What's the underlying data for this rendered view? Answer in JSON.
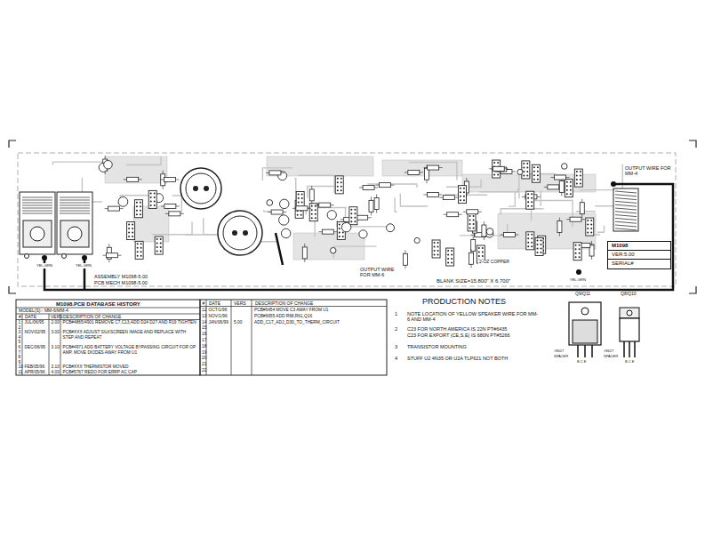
{
  "diagram": {
    "nodes": [
      {
        "text": [
          "M1098",
          "VER:5.00",
          "SERIAL#"
        ]
      }
    ],
    "labels": [
      "OUTPUT WIRE FOR MM-4",
      "ASSEMBLY M1098-5.00",
      "PCB MECH M1098-5.00",
      "OUTPUT WIRE FOR MM-6",
      "2-OZ COPPER",
      "BLANK SIZE=15.800\" X 6.700\"",
      "YEL-GRN",
      "YEL-GRN",
      "YEL-GRN",
      "M1098.PCB DATABASE HISTORY",
      "MODEL(S):- MM-6/MM-4",
      "#",
      "DATE",
      "VERS",
      "DESCRIPTION OF CHANGE",
      "1",
      "2",
      "3",
      "4",
      "5",
      "6",
      "7",
      "8",
      "9",
      "10",
      "11",
      "JUL/06/95",
      "2.00",
      "PCB#4865/4901 REMOVE C7,C13,ADD D24 D27 AND R19 TIGHTEN",
      "NOV/02/95",
      "3.00",
      "PCB#XXX ADJUST SILKSCREEN IMAGE AND REPLACE WITH STEP AND REPEAT",
      "DEC/06/95",
      "3.10",
      "PCB#4971 ADD BATTERY VOLTAGE BYPASSING CIRCUIT FOR OP AMP, MOVE DIODES AWAY FROM U1",
      "FEB/05/96",
      "3.10",
      "PCB#XXX THERMISTOR MOVED",
      "APR/05/96",
      "4.00",
      "PCB#5767 REDO FOR ERRP AC CAP",
      "#",
      "DATE",
      "VERS",
      "DESCRIPTION OF CHANGE",
      "12",
      "13",
      "14",
      "15",
      "16",
      "17",
      "18",
      "19",
      "20",
      "21",
      "22",
      "OCT/1/96",
      "PCB#6454 MOVE C3 AWAY FROM U1",
      "NOV/1/96",
      "PCB#6655 ADD R68,R61,Q16",
      "JAN/06/99",
      "5.00",
      "ADD_C17_ADJ_D30_TO_THERM_CIRCUIT",
      "PRODUCTION NOTES",
      "1",
      "NOTE LOCATION OF YELLOW SPEAKER WIRE FOR MM-6 AND MM-4",
      "2",
      "C23 FOR NORTH AMERICA IS 22N PT#6435",
      "C23 FOR EXPORT (CE,S,E) IS 680N PT#5266",
      "3",
      "TRANSISTOR MOUNTING",
      "4",
      "STUFF U2 4N35 OR U2A TLP621 NOT BOTH",
      "Q9/Q11",
      "Q8/Q10",
      "#8627 SPACER",
      "B C E",
      "#8627 SPACER",
      "B C E"
    ]
  }
}
